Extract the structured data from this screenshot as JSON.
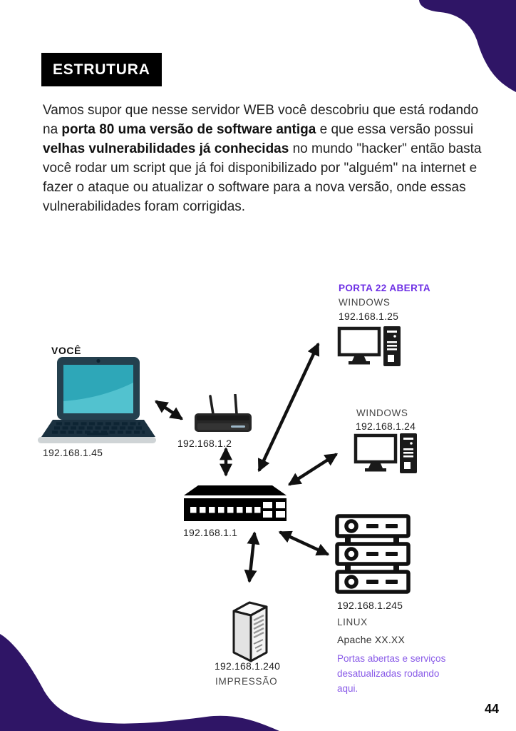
{
  "page": {
    "number": "44"
  },
  "colors": {
    "corner_blob": "#2f1566",
    "alert_purple": "#6d2fe5",
    "note_purple": "#8a5ce8",
    "header_bg": "#000000",
    "header_fg": "#ffffff",
    "laptop_screen_teal": "#2ea7b8",
    "laptop_frame_navy": "#24404e"
  },
  "header": {
    "title": "ESTRUTURA"
  },
  "paragraph": {
    "s1": "Vamos supor que nesse servidor WEB você descobriu que está rodando na ",
    "s2": "porta 80 uma versão de software antiga",
    "s3": " e que essa versão possui ",
    "s4": "velhas vulnerabilidades já conhecidas",
    "s5": " no mundo \"hacker\" então basta você rodar um script que já foi disponibilizado por \"alguém\" na internet e fazer o ataque ou atualizar o software para a nova versão, onde essas vulnerabilidades foram corrigidas."
  },
  "diagram": {
    "you": {
      "label": "VOCÊ",
      "ip": "192.168.1.45"
    },
    "router": {
      "ip": "192.168.1.2"
    },
    "switch": {
      "ip": "192.168.1.1"
    },
    "pc_open_port": {
      "alert": "PORTA 22 ABERTA",
      "os": "WINDOWS",
      "ip": "192.168.1.25"
    },
    "pc": {
      "os": "WINDOWS",
      "ip": "192.168.1.24"
    },
    "server": {
      "ip": "192.168.1.245",
      "os": "LINUX",
      "service": "Apache XX.XX",
      "note": "Portas abertas e serviços desatualizadas rodando aqui."
    },
    "printer": {
      "ip": "192.168.1.240",
      "role": "IMPRESSÃO"
    }
  },
  "icons": {
    "laptop": "laptop-icon",
    "router": "router-icon",
    "switch": "switch-icon",
    "desktop": "desktop-computer-icon",
    "server": "server-rack-icon",
    "printer_tower": "tower-case-icon"
  }
}
